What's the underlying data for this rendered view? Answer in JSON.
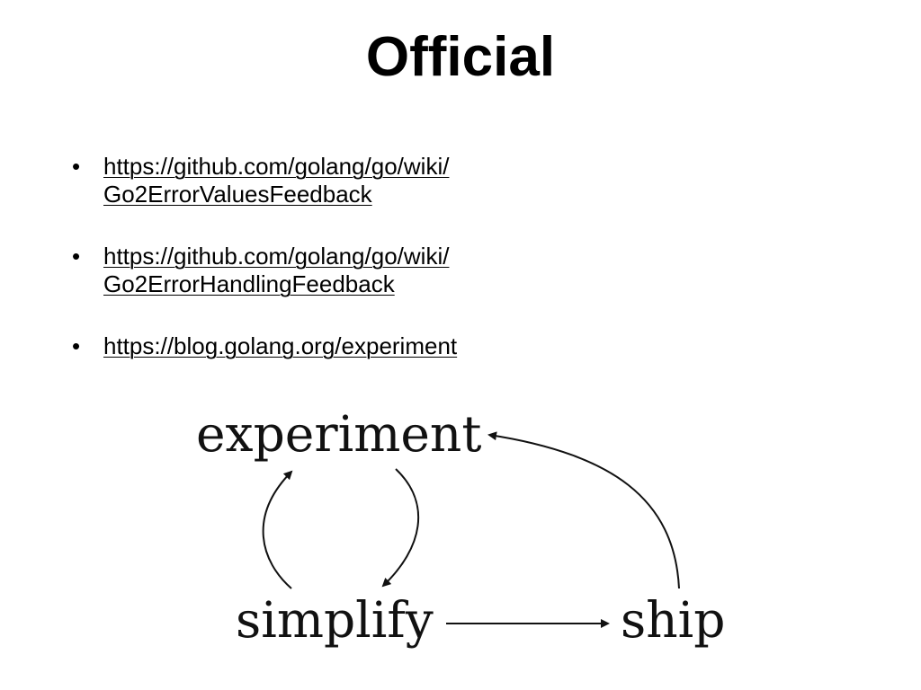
{
  "slide": {
    "title": "Official",
    "bullets": [
      {
        "line1": "https://github.com/golang/go/wiki/",
        "line2": "Go2ErrorValuesFeedback"
      },
      {
        "line1": "https://github.com/golang/go/wiki/",
        "line2": "Go2ErrorHandlingFeedback"
      },
      {
        "line1": "https://blog.golang.org/experiment",
        "line2": ""
      }
    ],
    "bullet_symbol": "•"
  },
  "diagram": {
    "nodes": {
      "experiment": "experiment",
      "simplify": "simplify",
      "ship": "ship"
    },
    "edges": [
      {
        "from": "simplify",
        "to": "experiment"
      },
      {
        "from": "experiment",
        "to": "simplify"
      },
      {
        "from": "simplify",
        "to": "ship"
      },
      {
        "from": "ship",
        "to": "experiment"
      }
    ]
  }
}
